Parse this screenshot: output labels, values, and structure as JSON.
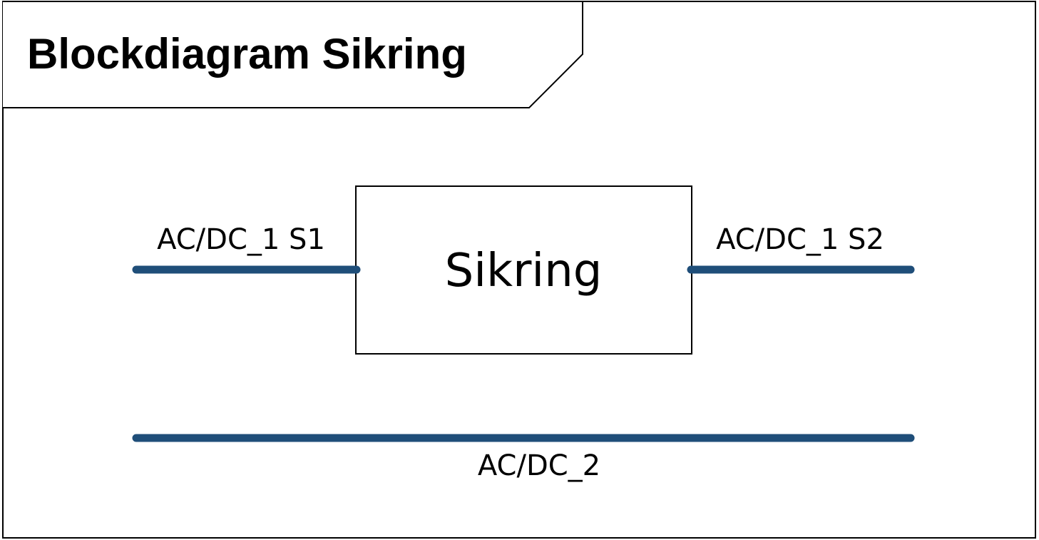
{
  "diagram": {
    "title": "Blockdiagram Sikring",
    "block": {
      "label": "Sikring"
    },
    "ports": {
      "left": {
        "label": "AC/DC_1 S1"
      },
      "right": {
        "label": "AC/DC_1 S2"
      },
      "bottom": {
        "label": "AC/DC_2"
      }
    }
  },
  "colors": {
    "line": "#1F4E79",
    "border": "#000000",
    "background": "#FFFFFF"
  }
}
